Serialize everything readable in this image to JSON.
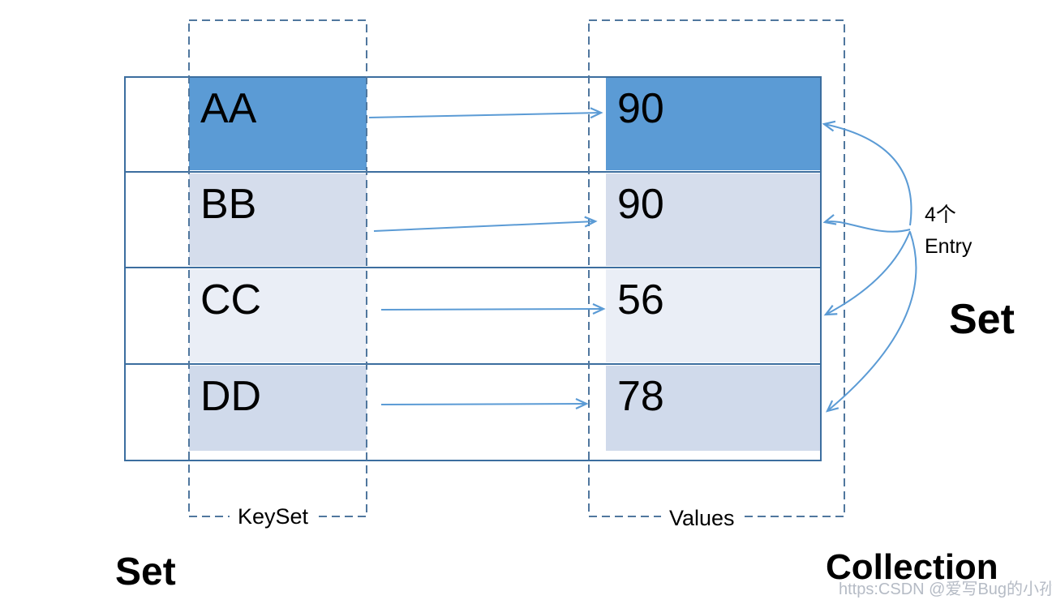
{
  "table": {
    "rows": [
      {
        "key": "AA",
        "value": "90"
      },
      {
        "key": "BB",
        "value": "90"
      },
      {
        "key": "CC",
        "value": "56"
      },
      {
        "key": "DD",
        "value": "78"
      }
    ]
  },
  "labels": {
    "keyset": "KeySet",
    "values": "Values",
    "entry_count": "4个",
    "entry_word": "Entry",
    "set_right": "Set",
    "set_bottom_left": "Set",
    "collection": "Collection"
  },
  "watermark": "https:CSDN @爱写Bug的小孙",
  "colors": {
    "row1_fill": "#5B9BD5",
    "row2_fill": "#D5DDEC",
    "row3_fill": "#EAEEF6",
    "row4_fill": "#D0DAEB",
    "table_border": "#3C6E9F",
    "dashed_border": "#50779E",
    "arrow": "#5B9BD5",
    "text": "#000000",
    "watermark_gray": "#969EAC"
  }
}
